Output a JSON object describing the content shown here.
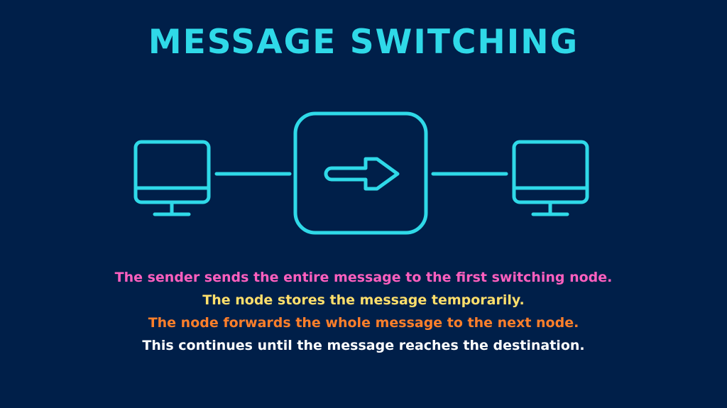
{
  "title": "MESSAGE SWITCHING",
  "diagram": {
    "nodes": [
      {
        "role": "sender",
        "icon": "computer-monitor-icon"
      },
      {
        "role": "switching-node",
        "icon": "arrow-right-icon"
      },
      {
        "role": "receiver",
        "icon": "computer-monitor-icon"
      }
    ]
  },
  "steps": [
    {
      "text": "The sender sends the entire message to the first switching node.",
      "color": "#ff5fbf"
    },
    {
      "text": "The node stores the message temporarily.",
      "color": "#ffdf6b"
    },
    {
      "text": "The node forwards the whole message to the next node.",
      "color": "#ff7f2a"
    },
    {
      "text": "This continues until the message reaches the destination.",
      "color": "#ffffff"
    }
  ],
  "colors": {
    "background": "#001f49",
    "accent": "#2fd9e8"
  }
}
